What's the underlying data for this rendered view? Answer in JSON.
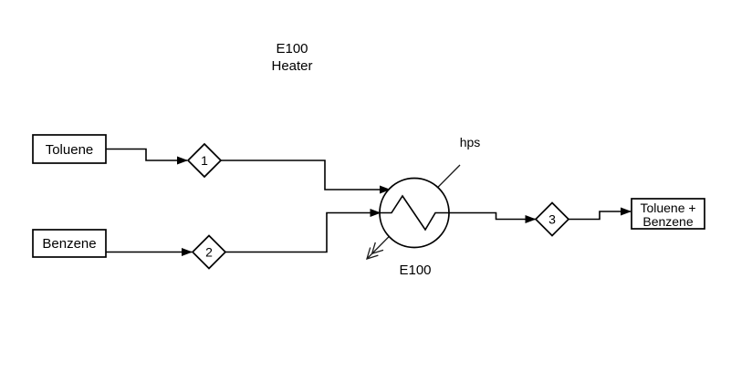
{
  "diagram": {
    "title": {
      "line1": "E100",
      "line2": "Heater"
    },
    "nodes": {
      "toluene_feed": {
        "label": "Toluene"
      },
      "benzene_feed": {
        "label": "Benzene"
      },
      "product": {
        "label_line1": "Toluene +",
        "label_line2": "Benzene"
      },
      "heater": {
        "label": "E100",
        "type": "heat-exchanger"
      },
      "utility_stream": {
        "label": "hps"
      },
      "stream_1": {
        "label": "1"
      },
      "stream_2": {
        "label": "2"
      },
      "stream_3": {
        "label": "3"
      }
    },
    "colors": {
      "stroke": "#000000",
      "shape_fill": "#ffffff",
      "background": "#ffffff",
      "text": "#000000"
    }
  }
}
